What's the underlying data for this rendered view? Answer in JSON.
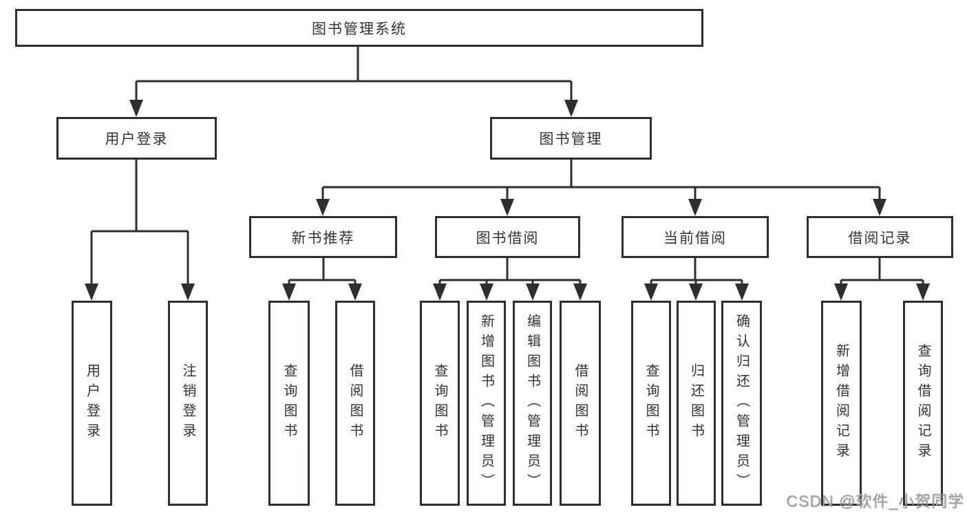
{
  "colors": {
    "line": "#2e2e2e",
    "text": "#333333",
    "watermark": "#9f9f9f",
    "background": "#ffffff"
  },
  "watermark": {
    "text": "CSDN @软件_小贺同学"
  },
  "tree": {
    "root": {
      "label": "图书管理系统",
      "children": [
        {
          "label": "用户登录",
          "children": [
            {
              "label": "用户登录"
            },
            {
              "label": "注销登录"
            }
          ]
        },
        {
          "label": "图书管理",
          "children": [
            {
              "label": "新书推荐",
              "children": [
                {
                  "label": "查询图书"
                },
                {
                  "label": "借阅图书"
                }
              ]
            },
            {
              "label": "图书借阅",
              "children": [
                {
                  "label": "查询图书"
                },
                {
                  "label": "新增图书（管理员）"
                },
                {
                  "label": "编辑图书（管理员）"
                },
                {
                  "label": "借阅图书"
                }
              ]
            },
            {
              "label": "当前借阅",
              "children": [
                {
                  "label": "查询图书"
                },
                {
                  "label": "归还图书"
                },
                {
                  "label": "确认归还（管理员）"
                }
              ]
            },
            {
              "label": "借阅记录",
              "children": [
                {
                  "label": "新增借阅记录"
                },
                {
                  "label": "查询借阅记录"
                }
              ]
            }
          ]
        }
      ]
    }
  }
}
